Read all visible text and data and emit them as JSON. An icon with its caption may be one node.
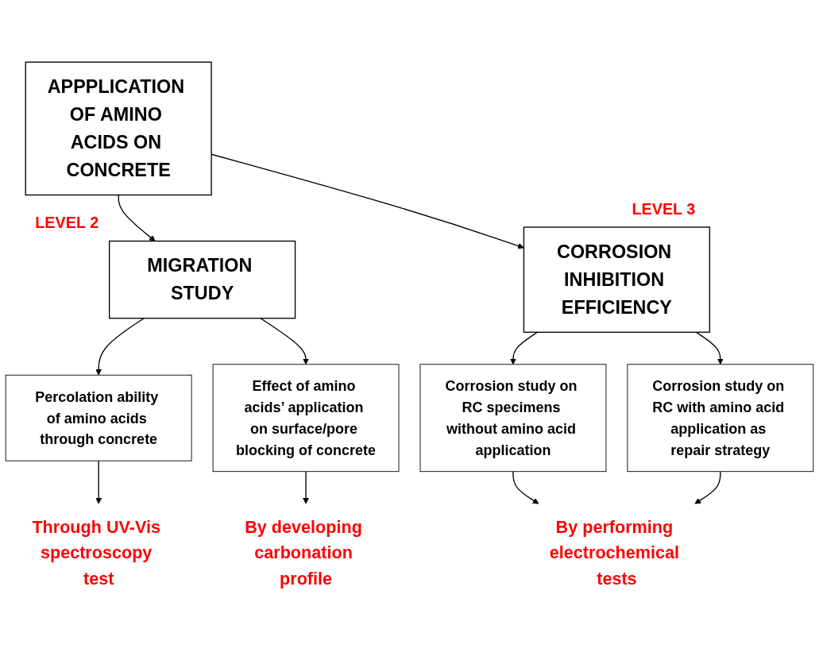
{
  "diagram": {
    "nodes": [
      {
        "text": [
          "APPPLICATION OF AMINO ACIDS ON CONCRETE"
        ]
      },
      {
        "text": [
          "MIGRATION STUDY"
        ],
        "beside": [
          "LEVEL 2"
        ]
      },
      {
        "text": [
          "CORROSION INHIBITION EFFICIENCY"
        ],
        "beside": [
          "LEVEL 3"
        ]
      },
      {
        "text": [
          "Percolation ability of amino acids through concrete"
        ]
      },
      {
        "text": [
          "Effect of amino acids’ application on surface/pore blocking of concrete"
        ]
      },
      {
        "text": [
          "Corrosion study on RC specimens without amino acid application"
        ]
      },
      {
        "text": [
          "Corrosion study on RC with amino acid application as repair strategy"
        ]
      },
      {
        "text": [
          "Through UV-Vis spectroscopy test"
        ]
      },
      {
        "text": [
          "By developing carbonation profile"
        ]
      },
      {
        "text": [
          "By performing electrochemical tests"
        ]
      }
    ],
    "edges": [
      {
        "from": 0,
        "to": 1,
        "arrow": "to"
      },
      {
        "from": 0,
        "to": 2,
        "arrow": "to"
      },
      {
        "from": 1,
        "to": 3,
        "arrow": "to"
      },
      {
        "from": 1,
        "to": 4,
        "arrow": "to"
      },
      {
        "from": 2,
        "to": 5,
        "arrow": "to"
      },
      {
        "from": 2,
        "to": 6,
        "arrow": "to"
      },
      {
        "from": 3,
        "to": 7,
        "arrow": "to"
      },
      {
        "from": 4,
        "to": 8,
        "arrow": "to"
      },
      {
        "from": 5,
        "to": 9,
        "arrow": "to"
      },
      {
        "from": 6,
        "to": 9,
        "arrow": "to"
      }
    ]
  }
}
